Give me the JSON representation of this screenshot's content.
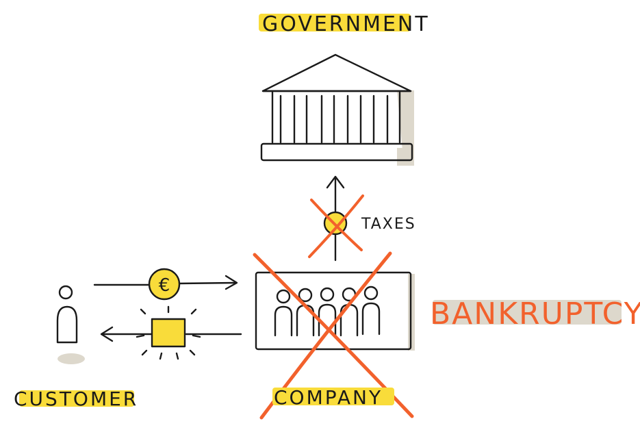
{
  "labels": {
    "government": "GOVERNMENT",
    "taxes": "TAXES",
    "company": "COMPANY",
    "customer": "CUSTOMER",
    "bankruptcy": "BANKRUPTCY",
    "euro": "€"
  },
  "colors": {
    "highlight": "#f9dc3a",
    "ink": "#1a1a1a",
    "cross": "#f2612c",
    "shadow": "#ddd8cc",
    "bankruptcy_text": "#f2612c"
  },
  "icons": [
    "government-building-icon",
    "euro-coin-icon",
    "product-box-icon",
    "customer-person-icon",
    "employees-group-icon",
    "coin-icon"
  ]
}
